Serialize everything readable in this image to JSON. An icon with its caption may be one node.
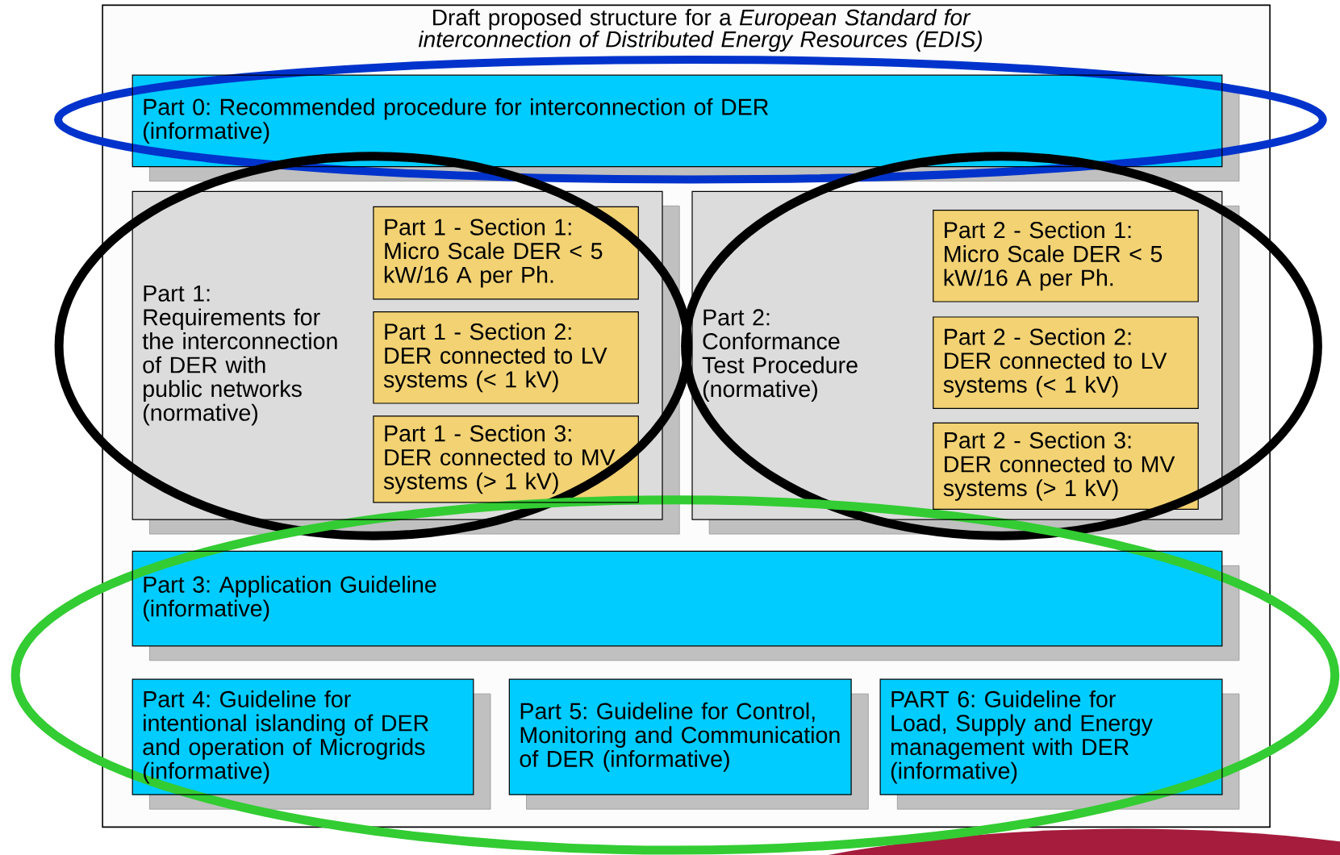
{
  "diagram": {
    "title": "Draft proposed structure for a *European Standard for interconnection of Distributed Energy Resources (EDIS)*",
    "nodes": [
      {
        "text": [
          "Part 0: Recommended procedure for interconnection of DER (informative)"
        ]
      },
      {
        "text": [
          "Part 1: Requirements for the interconnection of DER with public networks (normative)"
        ]
      },
      {
        "text": [
          "Part 1 - Section 1: Micro Scale DER < 5 kW/16 A per Ph."
        ],
        "in": 1
      },
      {
        "text": [
          "Part 1 - Section 2: DER connected to LV systems (< 1 kV)"
        ],
        "in": 1
      },
      {
        "text": [
          "Part 1 - Section 3: DER connected to MV systems (> 1 kV)"
        ],
        "in": 1
      },
      {
        "text": [
          "Part 2: Conformance Test Procedure (normative)"
        ]
      },
      {
        "text": [
          "Part 2 - Section 1: Micro Scale DER < 5 kW/16 A per Ph."
        ],
        "in": 5
      },
      {
        "text": [
          "Part 2 - Section 2: DER connected to LV systems (< 1 kV)"
        ],
        "in": 5
      },
      {
        "text": [
          "Part 2 - Section 3: DER connected to MV systems (> 1 kV)"
        ],
        "in": 5
      },
      {
        "text": [
          "Part 3: Application Guideline (informative)"
        ]
      },
      {
        "text": [
          "Part 4: Guideline for intentional islanding of DER and operation of Microgrids (informative)"
        ]
      },
      {
        "text": [
          "Part 5: Guideline for Control, Monitoring and Communication of DER (informative)"
        ]
      },
      {
        "text": [
          "PART 6: Guideline for Load, Supply and Energy management with DER (informative)"
        ]
      }
    ]
  }
}
